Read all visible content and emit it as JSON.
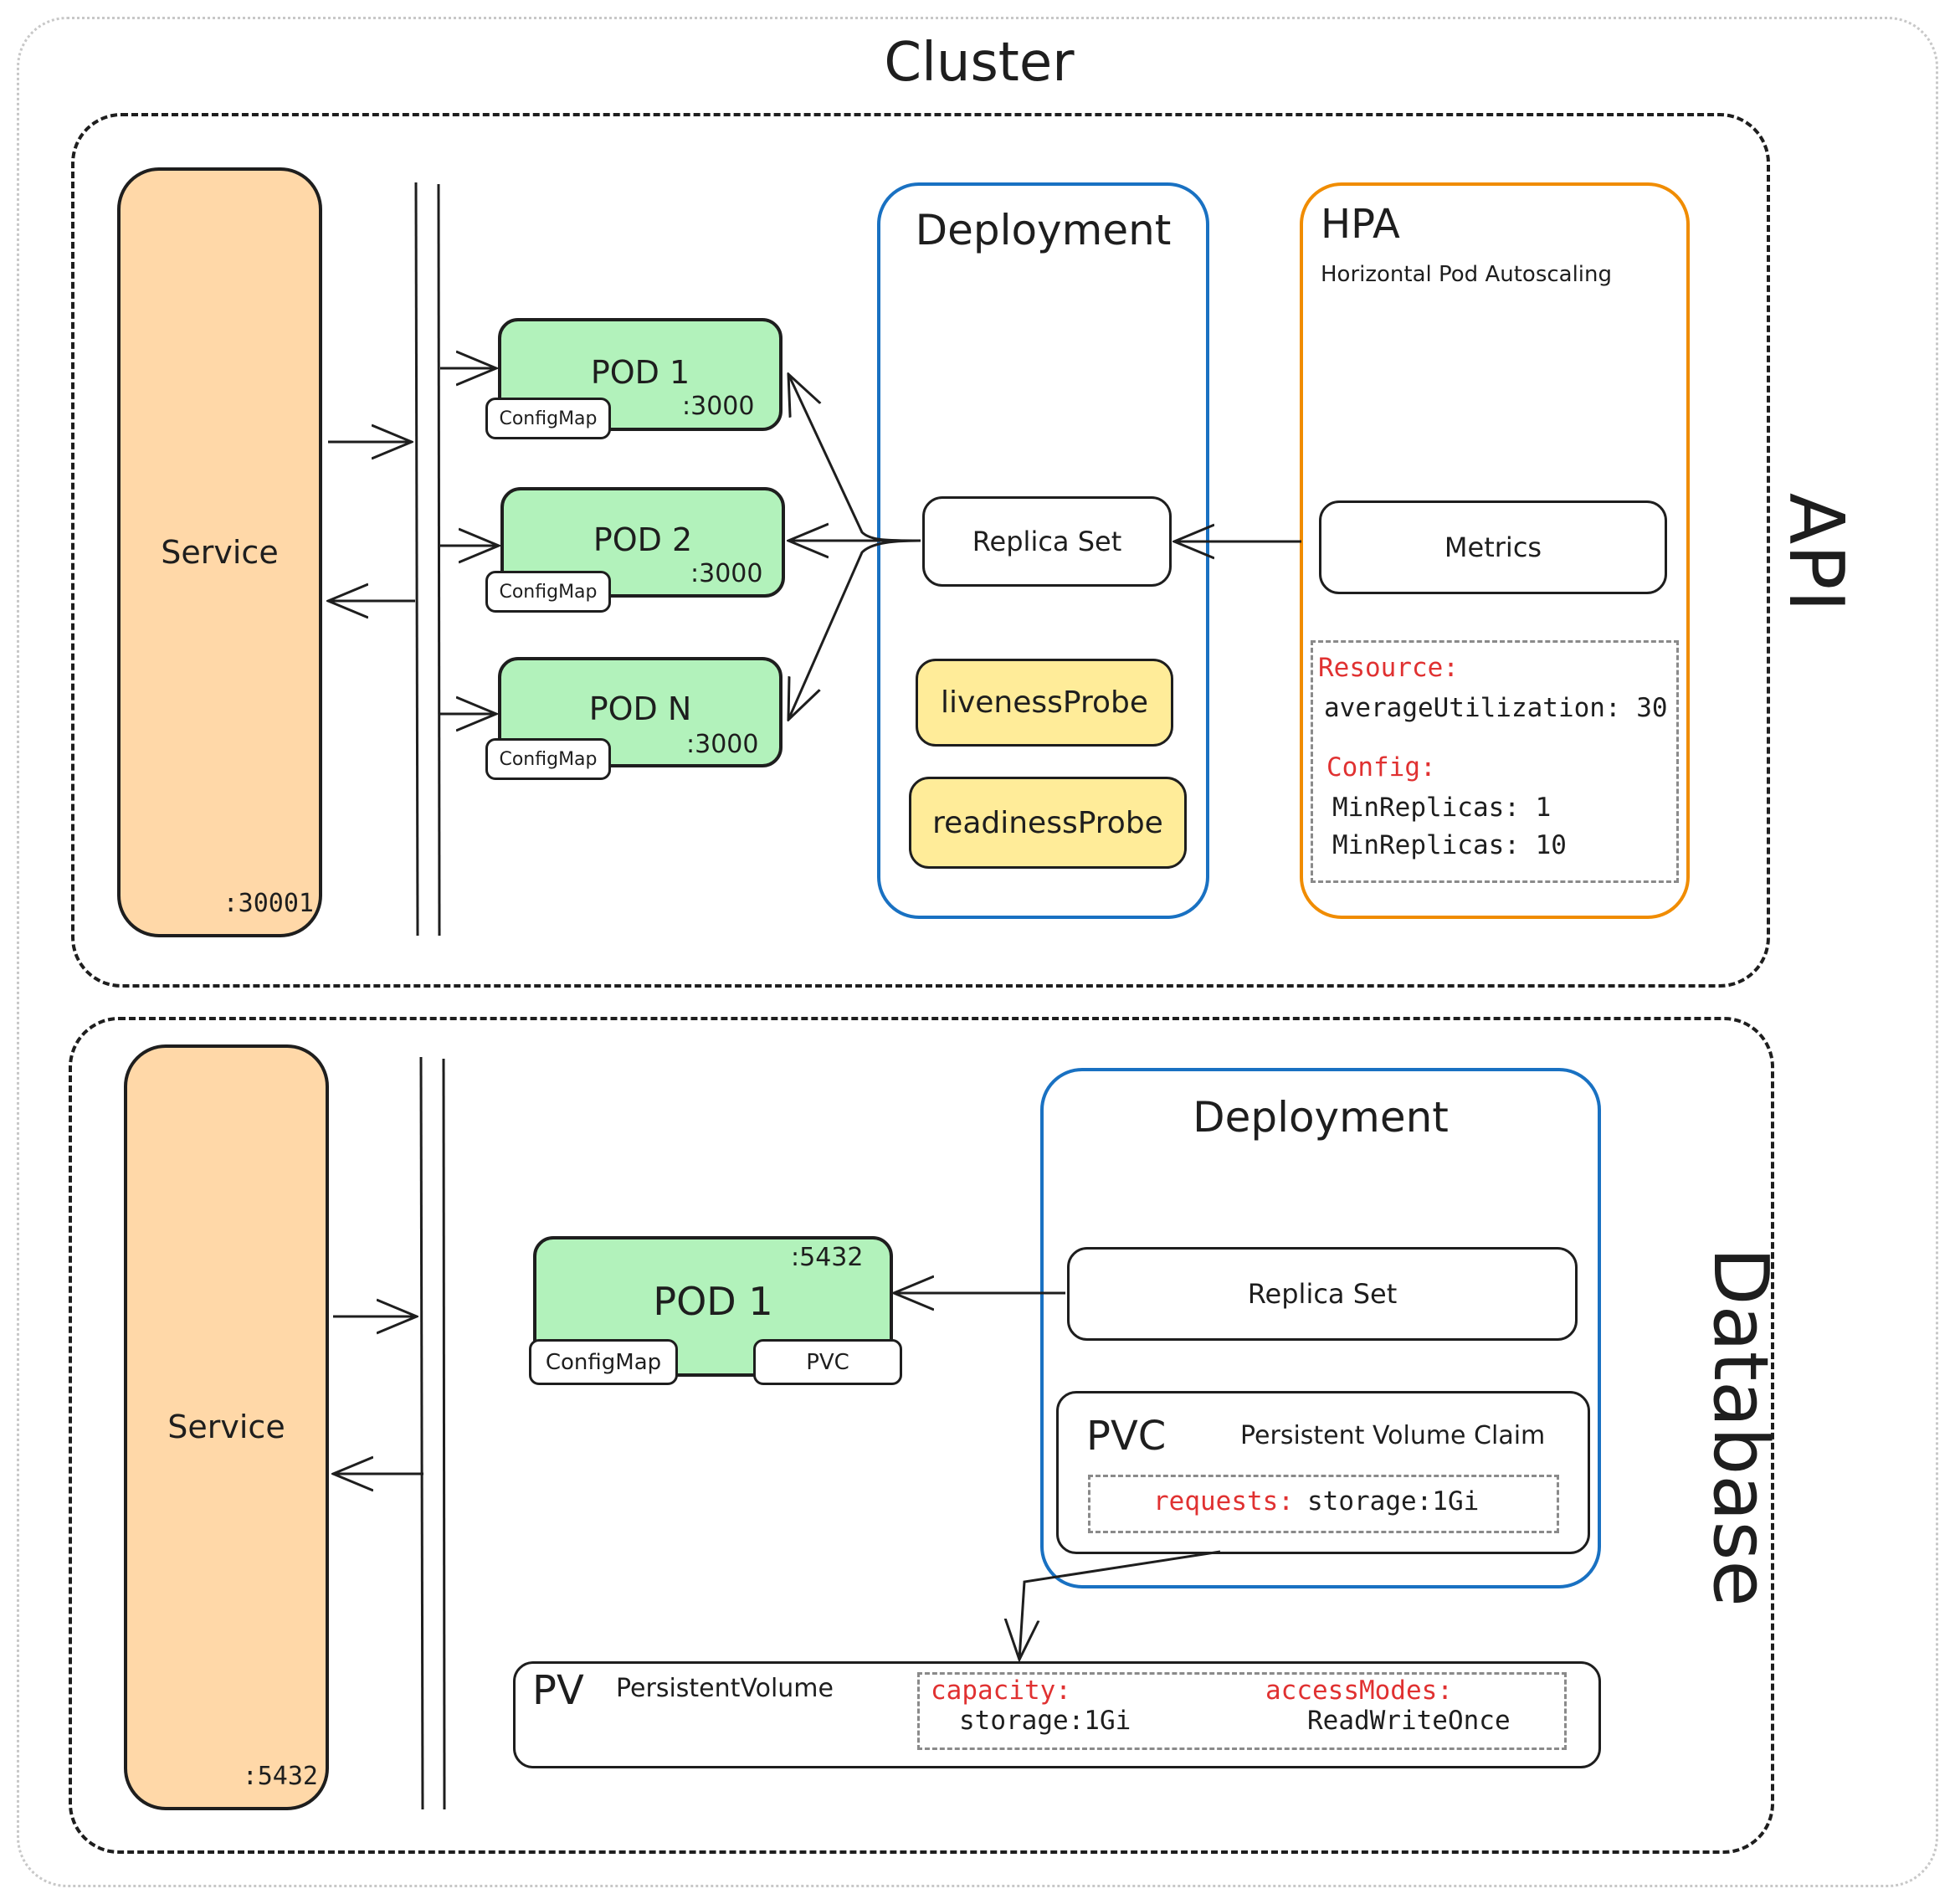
{
  "title": "Cluster",
  "api": {
    "label": "API",
    "service": {
      "label": "Service",
      "port": ":30001"
    },
    "pods": [
      {
        "label": "POD 1",
        "port": ":3000",
        "configmap": "ConfigMap"
      },
      {
        "label": "POD 2",
        "port": ":3000",
        "configmap": "ConfigMap"
      },
      {
        "label": "POD N",
        "port": ":3000",
        "configmap": "ConfigMap"
      }
    ],
    "deployment": {
      "title": "Deployment",
      "replica_set": "Replica Set",
      "liveness": "livenessProbe",
      "readiness": "readinessProbe"
    },
    "hpa": {
      "title": "HPA",
      "subtitle": "Horizontal Pod Autoscaling",
      "metrics": "Metrics",
      "resource_key": "Resource:",
      "resource_value": "averageUtilization: 30",
      "config_key": "Config:",
      "config_line1": "MinReplicas: 1",
      "config_line2": "MinReplicas: 10"
    }
  },
  "database": {
    "label": "Database",
    "service": {
      "label": "Service",
      "port": ":5432"
    },
    "pod": {
      "label": "POD 1",
      "port": ":5432",
      "configmap": "ConfigMap",
      "pvc": "PVC"
    },
    "deployment": {
      "title": "Deployment",
      "replica_set": "Replica Set",
      "pvc_title": "PVC",
      "pvc_subtitle": "Persistent Volume Claim",
      "requests_key": "requests:",
      "requests_value": "storage:1Gi"
    },
    "pv": {
      "title": "PV",
      "subtitle": "PersistentVolume",
      "capacity_key": "capacity:",
      "capacity_value": "storage:1Gi",
      "access_key": "accessModes:",
      "access_value": "ReadWriteOnce"
    }
  },
  "colors": {
    "service_fill": "#ffd8a8",
    "pod_fill": "#b2f2bb",
    "probe_fill": "#ffec99",
    "deployment_stroke": "#1971c2",
    "hpa_stroke": "#f08c00",
    "key_text": "#e03131"
  }
}
